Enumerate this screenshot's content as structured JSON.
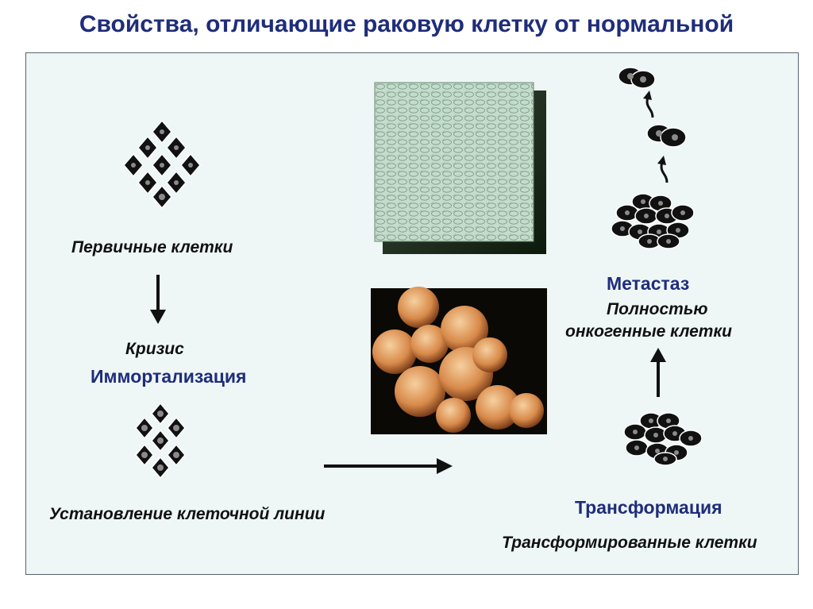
{
  "title": "Свойства, отличающие раковую клетку от нормальной",
  "labels": {
    "primary": "Первичные клетки",
    "crisis": "Кризис",
    "immortalization": "Иммортализация",
    "cell_line": "Установление клеточной линии",
    "transformation": "Трансформация",
    "transformed_cells": "Трансформированные клетки",
    "metastasis": "Метастаз",
    "fully_line1": "Полностью",
    "fully_line2": "онкогенные клетки"
  },
  "colors": {
    "title": "#1f2d7a",
    "panel_bg": "#eef6f6",
    "cell_fill": "#111111",
    "nucleus": "#8a8a8a",
    "culture_green": "#b9d6c2",
    "colony_orange": "#d88a4a"
  },
  "icons": [
    "arrow-down-icon",
    "arrow-right-icon",
    "arrow-up-icon",
    "curved-arrow-up-icon"
  ]
}
